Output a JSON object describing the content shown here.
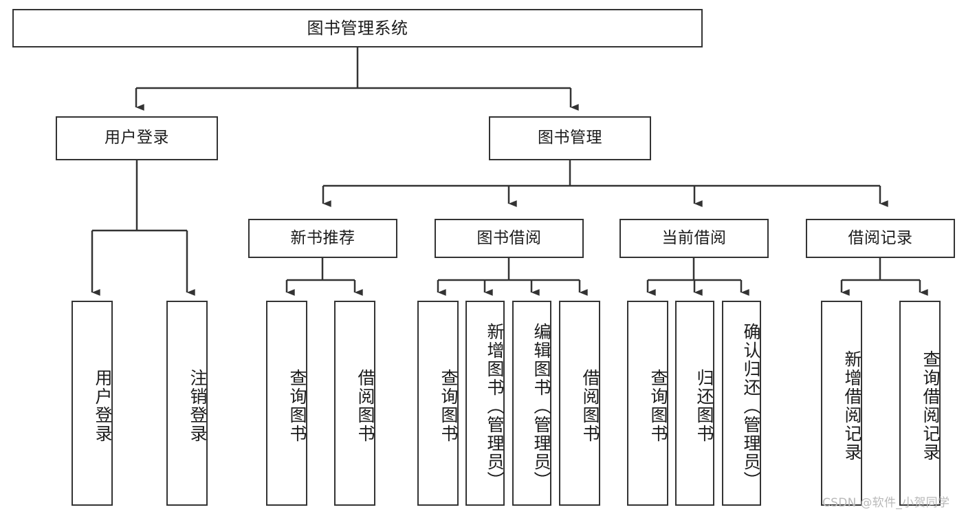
{
  "diagram": {
    "type": "tree-hierarchy",
    "title": "图书管理系统",
    "orientation": "top-down",
    "colors": {
      "stroke": "#333333",
      "fill": "#ffffff",
      "text": "#1b1b1b",
      "watermark": "#b9b9b9"
    },
    "levels": {
      "root": {
        "label": "图书管理系统"
      },
      "level2": [
        {
          "id": "user-login",
          "label": "用户登录"
        },
        {
          "id": "book-management",
          "label": "图书管理"
        }
      ],
      "level3": [
        {
          "id": "new-book-recommend",
          "label": "新书推荐",
          "parent": "book-management"
        },
        {
          "id": "book-borrow",
          "label": "图书借阅",
          "parent": "book-management"
        },
        {
          "id": "current-borrow",
          "label": "当前借阅",
          "parent": "book-management"
        },
        {
          "id": "borrow-record",
          "label": "借阅记录",
          "parent": "book-management"
        }
      ],
      "leaves": [
        {
          "id": "leaf-user-login",
          "label": "用户登录",
          "parent": "user-login"
        },
        {
          "id": "leaf-logout-login",
          "label": "注销登录",
          "parent": "user-login"
        },
        {
          "id": "leaf-query-book-1",
          "label": "查询图书",
          "parent": "new-book-recommend"
        },
        {
          "id": "leaf-borrow-book-1",
          "label": "借阅图书",
          "parent": "new-book-recommend"
        },
        {
          "id": "leaf-query-book-2",
          "label": "查询图书",
          "parent": "book-borrow"
        },
        {
          "id": "leaf-add-book",
          "label": "新增图书（管理员）",
          "parent": "book-borrow"
        },
        {
          "id": "leaf-edit-book",
          "label": "编辑图书（管理员）",
          "parent": "book-borrow"
        },
        {
          "id": "leaf-borrow-book-2",
          "label": "借阅图书",
          "parent": "book-borrow"
        },
        {
          "id": "leaf-query-book-3",
          "label": "查询图书",
          "parent": "current-borrow"
        },
        {
          "id": "leaf-return-book",
          "label": "归还图书",
          "parent": "current-borrow"
        },
        {
          "id": "leaf-confirm-return",
          "label": "确认归还（管理员）",
          "parent": "current-borrow"
        },
        {
          "id": "leaf-add-record",
          "label": "新增借阅记录",
          "parent": "borrow-record"
        },
        {
          "id": "leaf-query-record",
          "label": "查询借阅记录",
          "parent": "borrow-record"
        }
      ]
    },
    "watermark": "CSDN @软件_小贺同学"
  }
}
